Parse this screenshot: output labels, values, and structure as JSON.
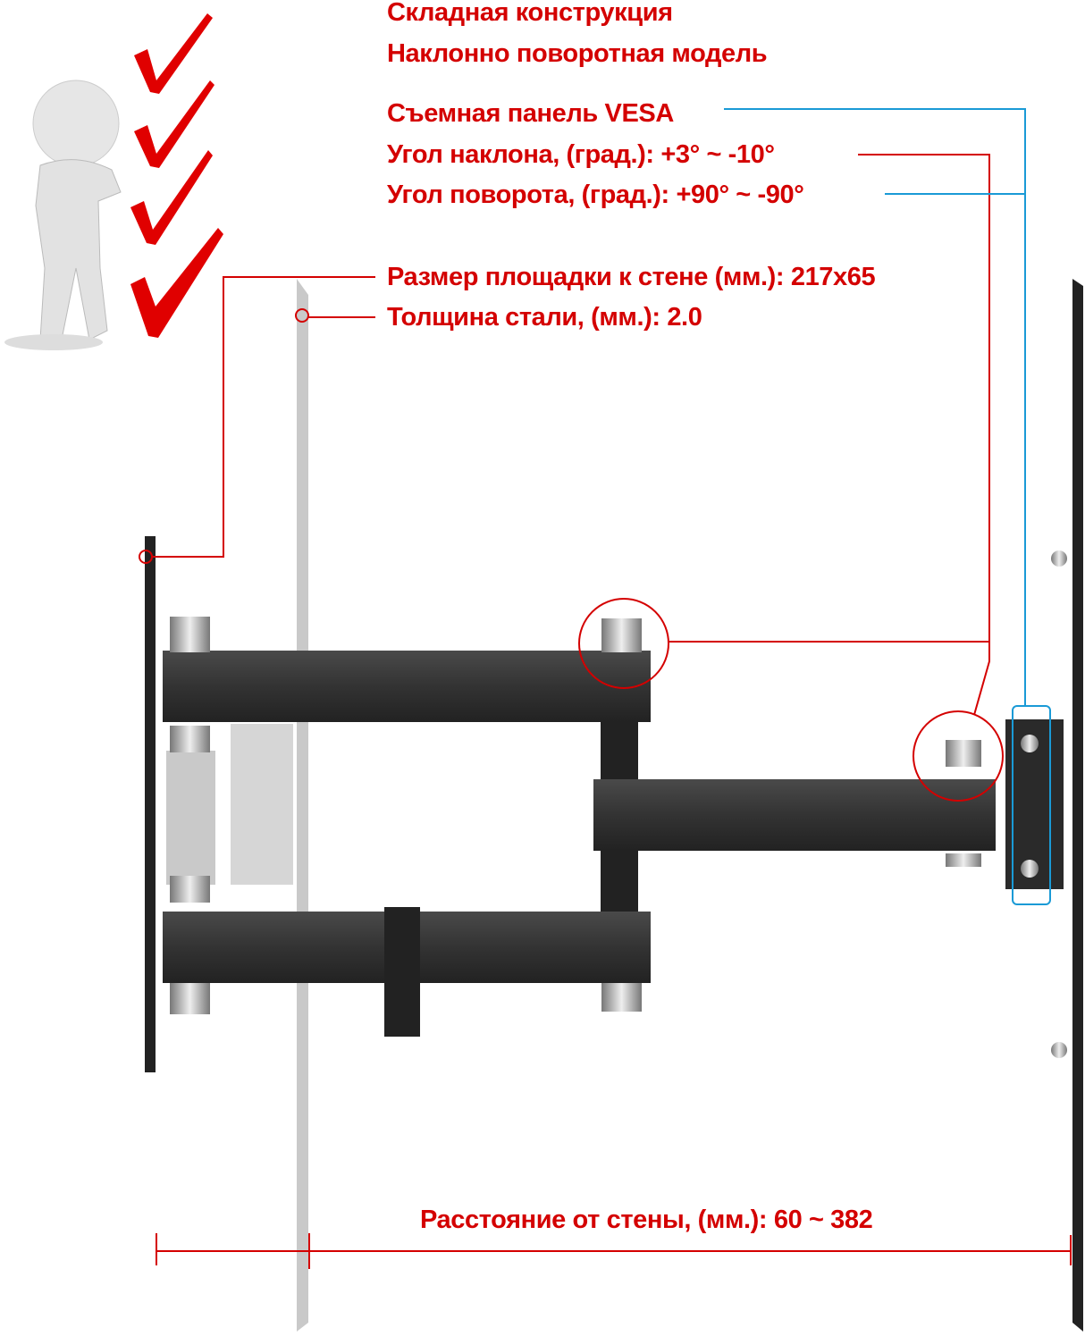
{
  "features": {
    "foldable": "Складная конструкция",
    "tilt_swivel": "Наклонно поворотная модель",
    "vesa_panel": "Съемная панель VESA",
    "tilt_angle": "Угол наклона, (град.): +3° ~ -10°",
    "swivel_angle": "Угол поворота, (град.): +90° ~ -90°",
    "wall_plate_size": "Размер площадки к стене (мм.): 217x65",
    "steel_thickness": "Толщина стали, (мм.): 2.0",
    "wall_distance": "Расстояние от стены, (мм.): 60 ~ 382"
  },
  "colors": {
    "text": "#d40000",
    "callout_red": "#d40000",
    "callout_blue": "#1a9ad6",
    "metal": "#3a3a3a"
  }
}
